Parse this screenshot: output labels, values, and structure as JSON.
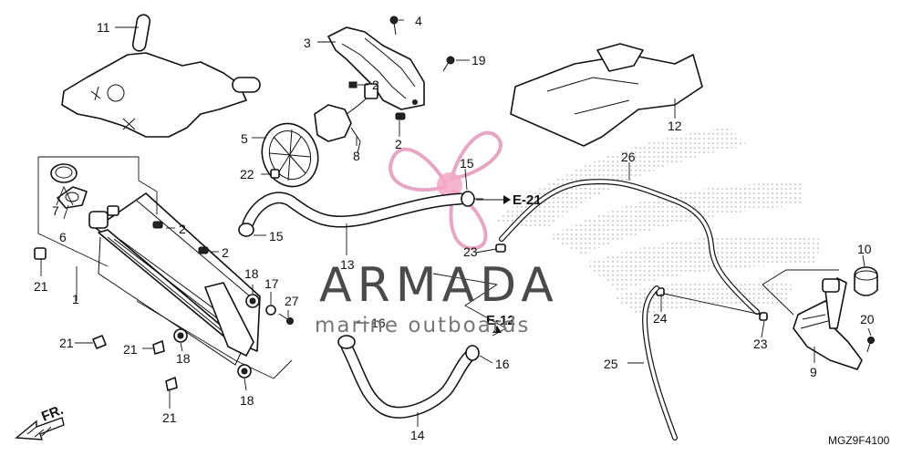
{
  "diagram": {
    "code": "MGZ9F4100",
    "direction_label": "FR.",
    "references": {
      "e21": "E-21",
      "e12": "E-12"
    },
    "watermark": {
      "brand": "ARMADA",
      "tagline": "marine outboards"
    },
    "callouts": {
      "n11": "11",
      "n4": "4",
      "n3": "3",
      "n19": "19",
      "n2a": "2",
      "n2b": "2",
      "n5": "5",
      "n8": "8",
      "n22": "22",
      "n12": "12",
      "n26": "26",
      "n15a": "15",
      "n7": "7",
      "n6": "6",
      "n2c": "2",
      "n15b": "15",
      "n2d": "2",
      "n23a": "23",
      "n21a": "21",
      "n1": "1",
      "n13": "13",
      "n18a": "18",
      "n17": "17",
      "n27": "27",
      "n16a": "16",
      "n21b": "21",
      "n21c": "21",
      "n18b": "18",
      "n18c": "18",
      "n21d": "21",
      "n14": "14",
      "n16b": "16",
      "n10": "10",
      "n24": "24",
      "n23b": "23",
      "n20": "20",
      "n25": "25",
      "n9": "9"
    }
  }
}
